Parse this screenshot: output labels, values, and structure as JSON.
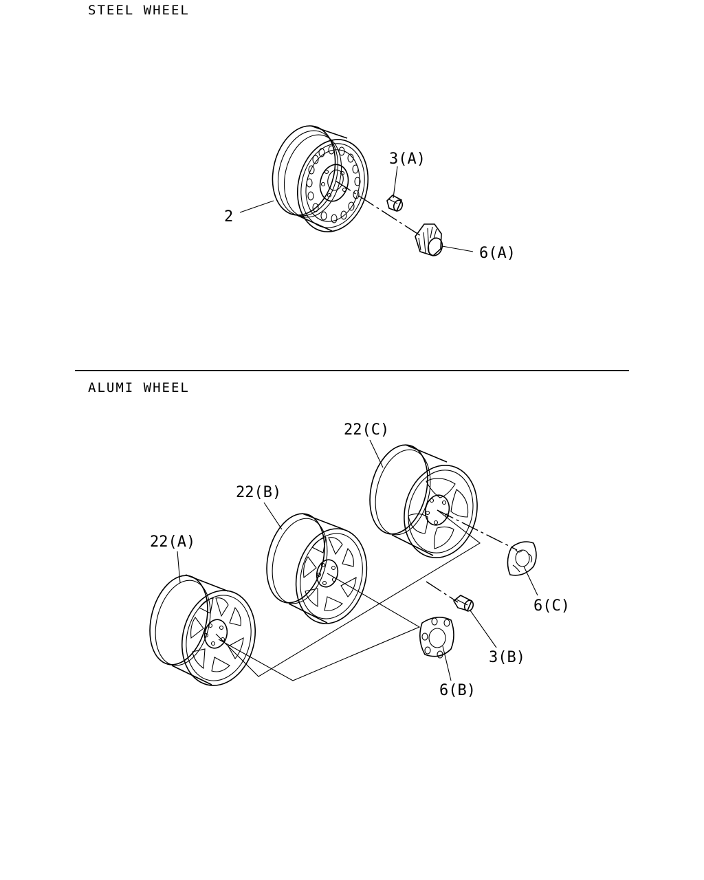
{
  "sections": {
    "steel": {
      "title": "STEEL WHEEL",
      "labels": {
        "wheel": "2",
        "nut": "3(A)",
        "cap": "6(A)"
      }
    },
    "alumi": {
      "title": "ALUMI WHEEL",
      "labels": {
        "wheel_c": "22(C)",
        "wheel_b": "22(B)",
        "wheel_a": "22(A)",
        "cap_c": "6(C)",
        "nut_b": "3(B)",
        "cap_b": "6(B)"
      }
    }
  }
}
